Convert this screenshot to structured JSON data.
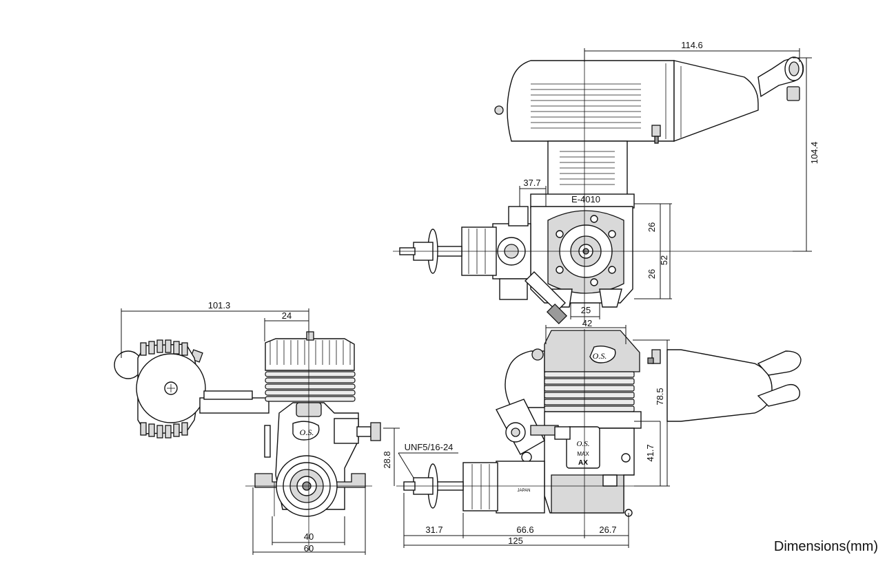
{
  "dimensions": {
    "d_114_6": "114.6",
    "d_104_4": "104.4",
    "d_37_7": "37.7",
    "d_e4010": "E-4010",
    "d_26_top": "26",
    "d_26_bot": "26",
    "d_52": "52",
    "d_25": "25",
    "d_42": "42",
    "d_101_3": "101.3",
    "d_24": "24",
    "d_78_5": "78.5",
    "d_41_7": "41.7",
    "d_28_8": "28.8",
    "d_unf": "UNF5/16-24",
    "d_40": "40",
    "d_60": "60",
    "d_31_7": "31.7",
    "d_66_6": "66.6",
    "d_26_7": "26.7",
    "d_125": "125"
  },
  "labels": {
    "logo_os": "O.S.",
    "logo_max": "MAX",
    "logo_ax": "AX",
    "japan": "JAPAN"
  },
  "caption": "Dimensions(mm)"
}
